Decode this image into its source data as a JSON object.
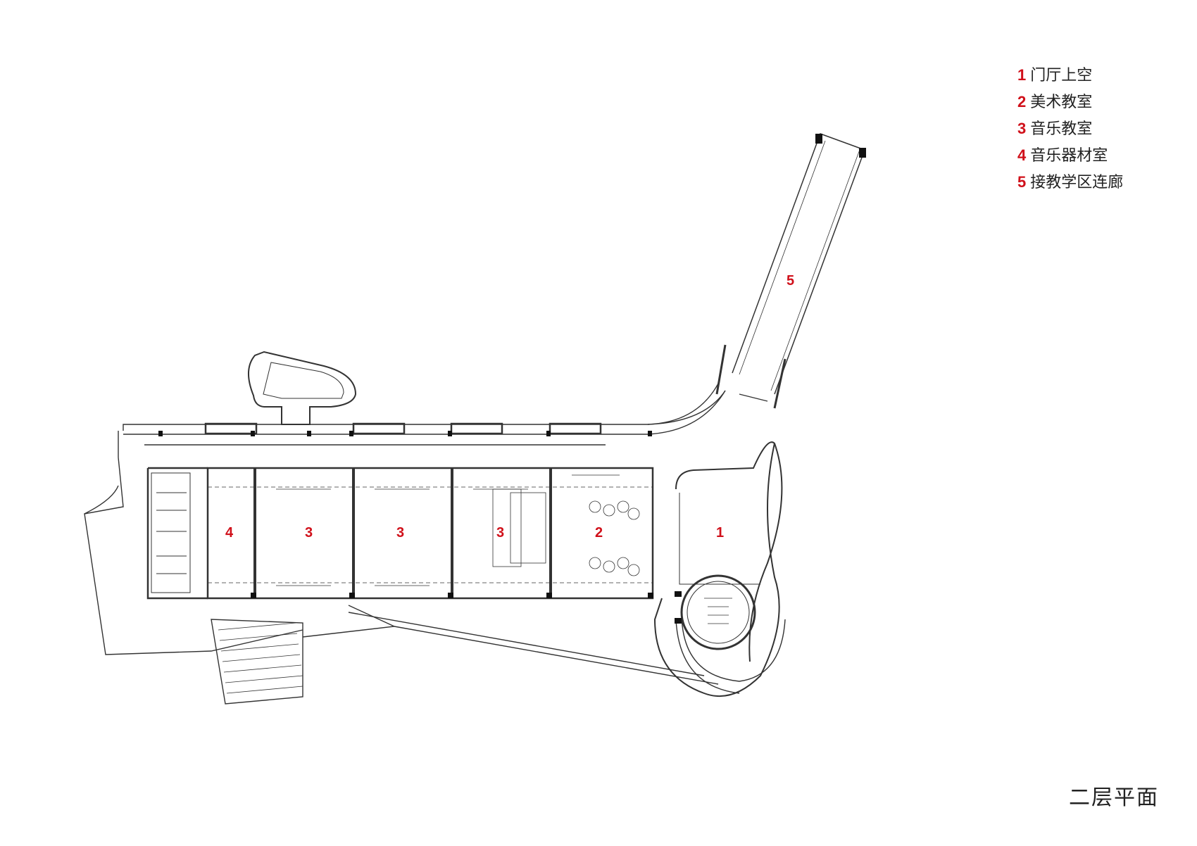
{
  "legend": {
    "items": [
      {
        "num": "1",
        "label": "门厅上空"
      },
      {
        "num": "2",
        "label": "美术教室"
      },
      {
        "num": "3",
        "label": "音乐教室"
      },
      {
        "num": "4",
        "label": "音乐器材室"
      },
      {
        "num": "5",
        "label": "接教学区连廊"
      }
    ]
  },
  "rooms": {
    "r1": "1",
    "r2": "2",
    "r3a": "3",
    "r3b": "3",
    "r3c": "3",
    "r4": "4",
    "r5": "5"
  },
  "title": "二层平面",
  "colors": {
    "accent": "#d0101a",
    "line": "#333333"
  }
}
